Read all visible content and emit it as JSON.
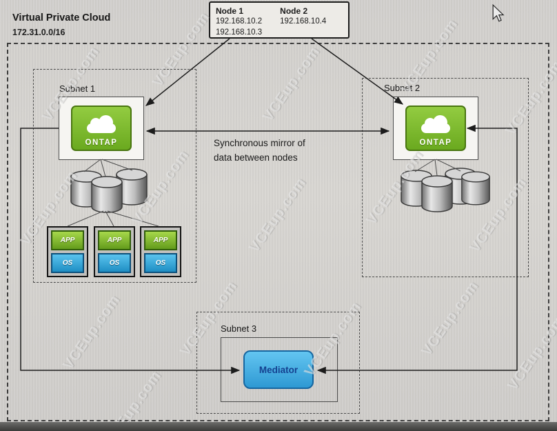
{
  "watermark": {
    "text": "VCEup.com"
  },
  "vpc": {
    "title": "Virtual Private Cloud",
    "cidr": "172.31.0.0/16"
  },
  "nodes": {
    "node1": {
      "label": "Node 1",
      "ip_a": "192.168.10.2",
      "ip_b": "192.168.10.3"
    },
    "node2": {
      "label": "Node 2",
      "ip_a": "192.168.10.4"
    }
  },
  "subnets": {
    "s1": {
      "label": "Subnet 1"
    },
    "s2": {
      "label": "Subnet 2"
    },
    "s3": {
      "label": "Subnet 3"
    }
  },
  "ontap": {
    "label": "ONTAP"
  },
  "sync": {
    "line1": "Synchronous mirror of",
    "line2": "data between nodes"
  },
  "stack": {
    "app": "APP",
    "os": "OS"
  },
  "mediator": {
    "label": "Mediator"
  },
  "colors": {
    "ontap_green": "#79b928",
    "os_blue": "#2eaadc",
    "app_green": "#8dc63f",
    "mediator_blue": "#3fa9f5"
  }
}
